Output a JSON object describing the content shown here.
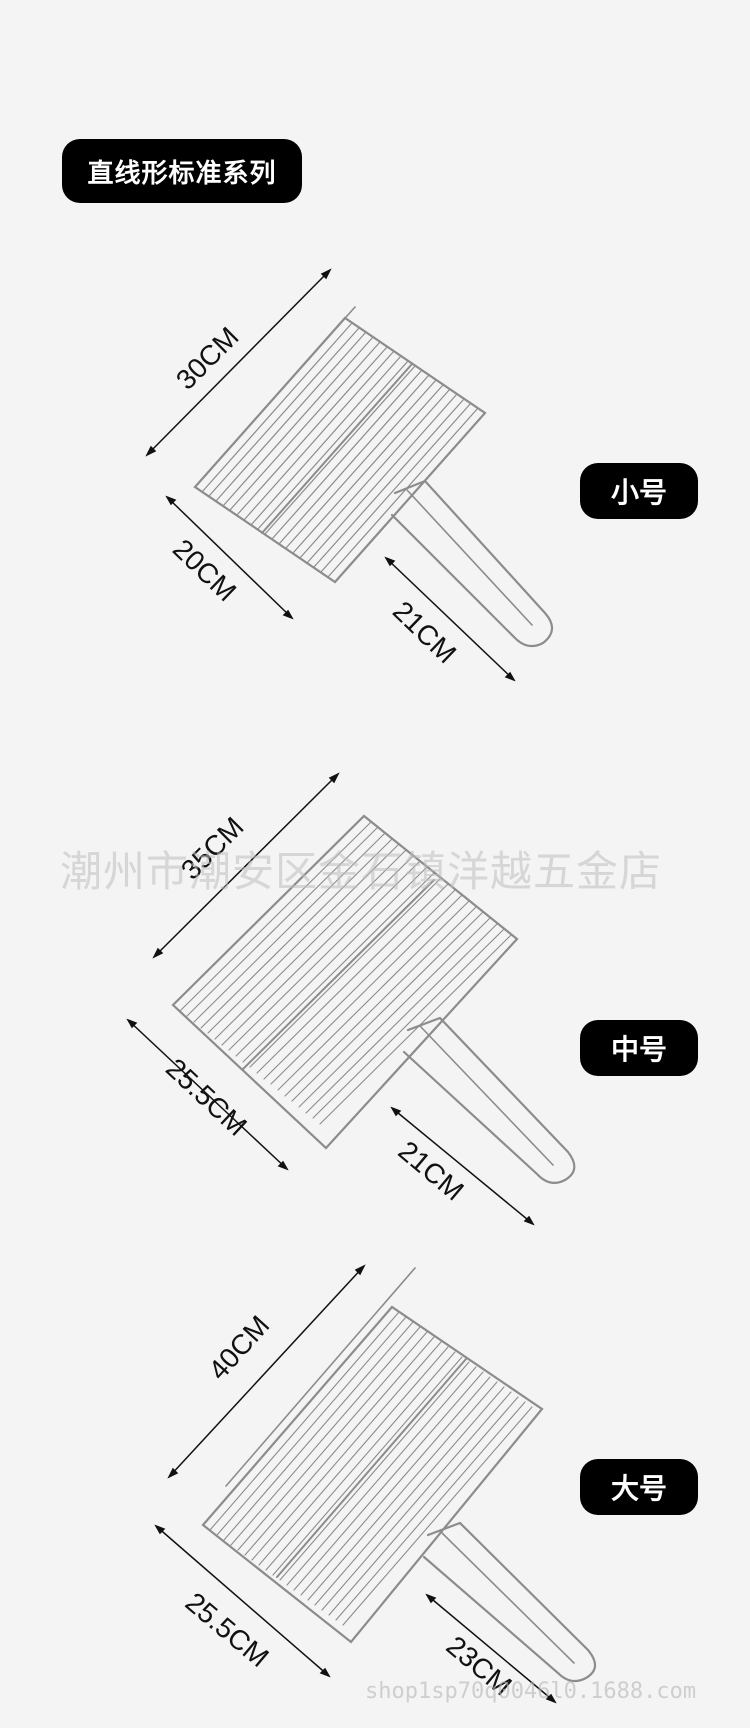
{
  "series_title": "直线形标准系列",
  "watermark_text": "潮州市潮安区金石镇洋越五金店",
  "watermark_bottom": "shop1sp70q0046l0.1688.com",
  "products": [
    {
      "size_label": "小号",
      "length": "30CM",
      "width": "20CM",
      "handle": "21CM"
    },
    {
      "size_label": "中号",
      "length": "35CM",
      "width": "25.5CM",
      "handle": "21CM"
    },
    {
      "size_label": "大号",
      "length": "40CM",
      "width": "25.5CM",
      "handle": "23CM"
    }
  ]
}
